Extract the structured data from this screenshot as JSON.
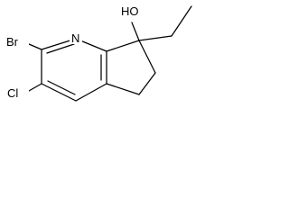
{
  "molecule": {
    "atoms": {
      "br": "Br",
      "n": "N",
      "cl": "Cl",
      "oh": "HO"
    }
  }
}
